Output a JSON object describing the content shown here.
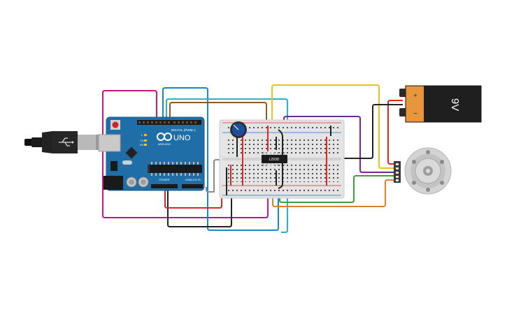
{
  "arduino": {
    "logo_text": "UNO",
    "brand_text": "ARDUINO",
    "digital_label": "DIGITAL (PWM~)",
    "power_label": "POWER",
    "analog_label": "ANALOG IN",
    "tx_label": "TX",
    "rx_label": "RX",
    "l_label": "L"
  },
  "driver_chip": {
    "label": "L293D"
  },
  "battery": {
    "label": "9V"
  },
  "colors": {
    "magenta": "#c2177e",
    "blue": "#1a86c7",
    "brown": "#8b5a2b",
    "cyan": "#2eb0c8",
    "yellow": "#e8c31c",
    "purple": "#6d2a8f",
    "green": "#3aa23a",
    "orange": "#d9822b",
    "red": "#e02424",
    "black": "#222222",
    "gray": "#8c8c8c",
    "board_blue": "#1f6ea8"
  }
}
